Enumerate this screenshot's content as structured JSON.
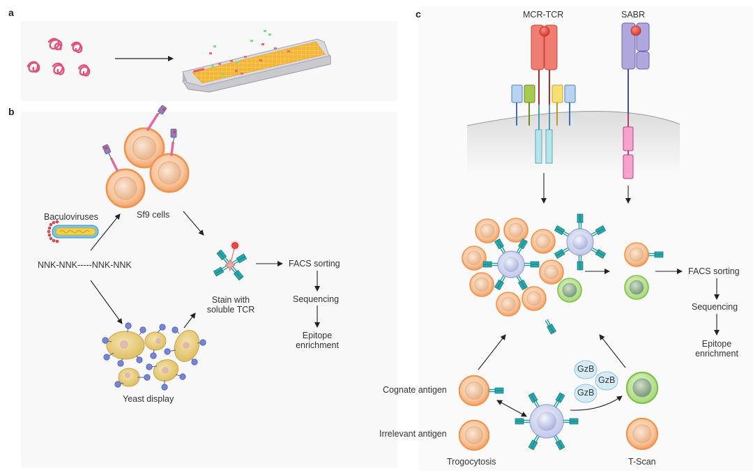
{
  "panels": {
    "a": {
      "letter": "a"
    },
    "b": {
      "letter": "b",
      "labels": {
        "sf9_cells": "Sf9 cells",
        "baculoviruses": "Baculoviruses",
        "library": "NNK-NNK-----NNK-NNK",
        "yeast_display": "Yeast display",
        "stain_line1": "Stain with",
        "stain_line2": "soluble TCR",
        "facs": "FACS sorting",
        "sequencing": "Sequencing",
        "epitope_line1": "Epitope",
        "epitope_line2": "enrichment"
      }
    },
    "c": {
      "letter": "c",
      "labels": {
        "mcr_tcr": "MCR-TCR",
        "sabr": "SABR",
        "facs": "FACS sorting",
        "sequencing": "Sequencing",
        "epitope_line1": "Epitope",
        "epitope_line2": "enrichment",
        "cognate": "Cognate antigen",
        "irrelevant": "Irrelevant antigen",
        "trogocytosis": "Trogocytosis",
        "tscan": "T-Scan",
        "gzb": [
          "GzB",
          "GzB",
          "GzB"
        ]
      }
    }
  },
  "colors": {
    "peptide": "#e0527a",
    "plate_well": "#f4b73a",
    "cell_orange": "#f3a36b",
    "cell_green": "#9bd36a",
    "tcell_blue": "#c7cdec",
    "tcr_teal": "#1f9a9e",
    "mcr_red": "#ec6b62",
    "sabr_purple": "#9d94d0",
    "yeast": "#e7c66f",
    "yeast_bead": "#6f7fcf"
  }
}
